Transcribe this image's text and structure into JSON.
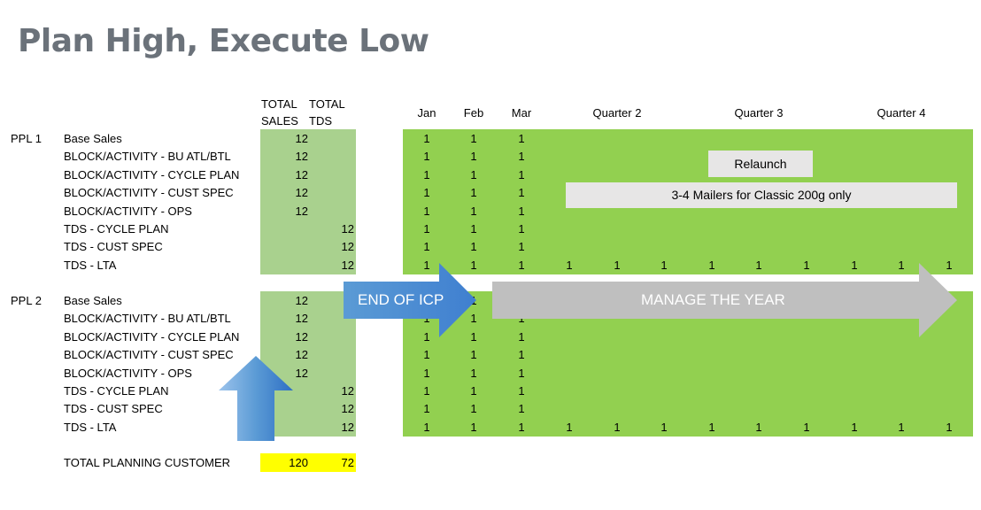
{
  "title": "Plan High, Execute Low",
  "headers": {
    "total_sales": [
      "TOTAL",
      "SALES"
    ],
    "total_tds": [
      "TOTAL",
      "TDS"
    ],
    "months": [
      "Jan",
      "Feb",
      "Mar"
    ],
    "quarters": [
      "Quarter 2",
      "Quarter 3",
      "Quarter 4"
    ]
  },
  "groups": [
    {
      "name": "PPL 1",
      "rows": [
        {
          "label": "Base Sales",
          "sales": "12",
          "tds": ""
        },
        {
          "label": "BLOCK/ACTIVITY - BU ATL/BTL",
          "sales": "12",
          "tds": ""
        },
        {
          "label": "BLOCK/ACTIVITY - CYCLE PLAN",
          "sales": "12",
          "tds": ""
        },
        {
          "label": "BLOCK/ACTIVITY - CUST SPEC",
          "sales": "12",
          "tds": ""
        },
        {
          "label": "BLOCK/ACTIVITY - OPS",
          "sales": "12",
          "tds": ""
        },
        {
          "label": "TDS - CYCLE PLAN",
          "sales": "",
          "tds": "12"
        },
        {
          "label": "TDS - CUST SPEC",
          "sales": "",
          "tds": "12"
        },
        {
          "label": "TDS - LTA",
          "sales": "",
          "tds": "12"
        }
      ]
    },
    {
      "name": "PPL 2",
      "rows": [
        {
          "label": "Base Sales",
          "sales": "12",
          "tds": ""
        },
        {
          "label": "BLOCK/ACTIVITY - BU ATL/BTL",
          "sales": "12",
          "tds": ""
        },
        {
          "label": "BLOCK/ACTIVITY - CYCLE PLAN",
          "sales": "12",
          "tds": ""
        },
        {
          "label": "BLOCK/ACTIVITY - CUST SPEC",
          "sales": "12",
          "tds": ""
        },
        {
          "label": "BLOCK/ACTIVITY - OPS",
          "sales": "12",
          "tds": ""
        },
        {
          "label": "TDS - CYCLE PLAN",
          "sales": "",
          "tds": "12"
        },
        {
          "label": "TDS - CUST SPEC",
          "sales": "",
          "tds": "12"
        },
        {
          "label": "TDS - LTA",
          "sales": "",
          "tds": "12"
        }
      ]
    }
  ],
  "cell_value": "1",
  "total": {
    "label": "TOTAL PLANNING CUSTOMER",
    "sales": "120",
    "tds": "72"
  },
  "callouts": {
    "relaunch": "Relaunch",
    "mailers": "3-4 Mailers for Classic 200g only"
  },
  "arrows": {
    "end_icp": "END OF ICP",
    "manage": "MANAGE THE YEAR"
  },
  "colors": {
    "green": "#92d050",
    "light_green": "#a9d18e",
    "yellow": "#ffff00",
    "blue_arrow": "#4a90d9",
    "gray_arrow": "#bfbfbf"
  }
}
